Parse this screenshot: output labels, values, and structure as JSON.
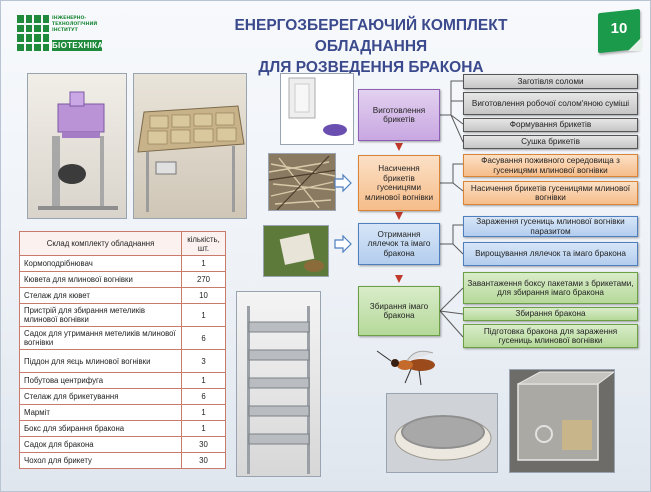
{
  "logo": {
    "line1": "ІНЖЕНЕРНО-",
    "line2": "ТЕХНОЛОГІЧНИЙ",
    "line3": "ІНСТИТУТ",
    "brand": "БІОТЕХНІКА"
  },
  "title": {
    "line1": "ЕНЕРГОЗБЕРЕГАЮЧИЙ КОМПЛЕКТ ОБЛАДНАННЯ",
    "line2": "ДЛЯ РОЗВЕДЕННЯ БРАКОНА"
  },
  "slide_number": "10",
  "colors": {
    "title": "#3b4a8c",
    "stage_violet": "#c9a7e2",
    "stage_orange": "#f6bd8a",
    "stage_blue": "#b3cdee",
    "stage_green": "#b5d99a",
    "table_border": "#c97b6b",
    "logo_green": "#1f8a3b"
  },
  "stages": [
    {
      "label": "Виготовлення брикетів",
      "color": "violet"
    },
    {
      "label": "Насичення брикетів гусеницями млинової вогнівки",
      "color": "orange"
    },
    {
      "label": "Отримання лялечок та імаго бракона",
      "color": "blue"
    },
    {
      "label": "Збирання імаго бракона",
      "color": "green"
    }
  ],
  "steps": [
    "Заготівля соломи",
    "Виготовлення робочої солом'яною суміші",
    "Формування брикетів",
    "Сушка брикетів",
    "Фасування поживного середовища з гусеницями млинової вогнівки",
    "Насичення брикетів гусеницями млинової вогнівки",
    "Зараження гусениць млинової вогнівки паразитом",
    "Вирощування лялечок та імаго бракона",
    "Завантаження боксу пакетами з брикетами, для збирання імаго бракона",
    "Збирання бракона",
    "Підготовка бракона для зараження гусениць млинової вогнівки"
  ],
  "table": {
    "headers": [
      "Склад комплекту обладнання",
      "кількість, шт."
    ],
    "rows": [
      [
        "Кормоподрібнювач",
        "1"
      ],
      [
        "Кювета для млинової вогнівки",
        "270"
      ],
      [
        "Стелаж для кювет",
        "10"
      ],
      [
        "Пристрій для збирання метеликів млинової вогнівки",
        "1"
      ],
      [
        "Садок для утримання метеликів млинової вогнівки",
        "6"
      ],
      [
        "Піддон для яєць млинової вогнівки",
        "3"
      ],
      [
        "Побутова центрифуга",
        "1"
      ],
      [
        "Стелаж для брикетування",
        "6"
      ],
      [
        "Марміт",
        "1"
      ],
      [
        "Бокс для збирання бракона",
        "1"
      ],
      [
        "Садок для бракона",
        "30"
      ],
      [
        "Чохол для брикету",
        "30"
      ]
    ]
  }
}
